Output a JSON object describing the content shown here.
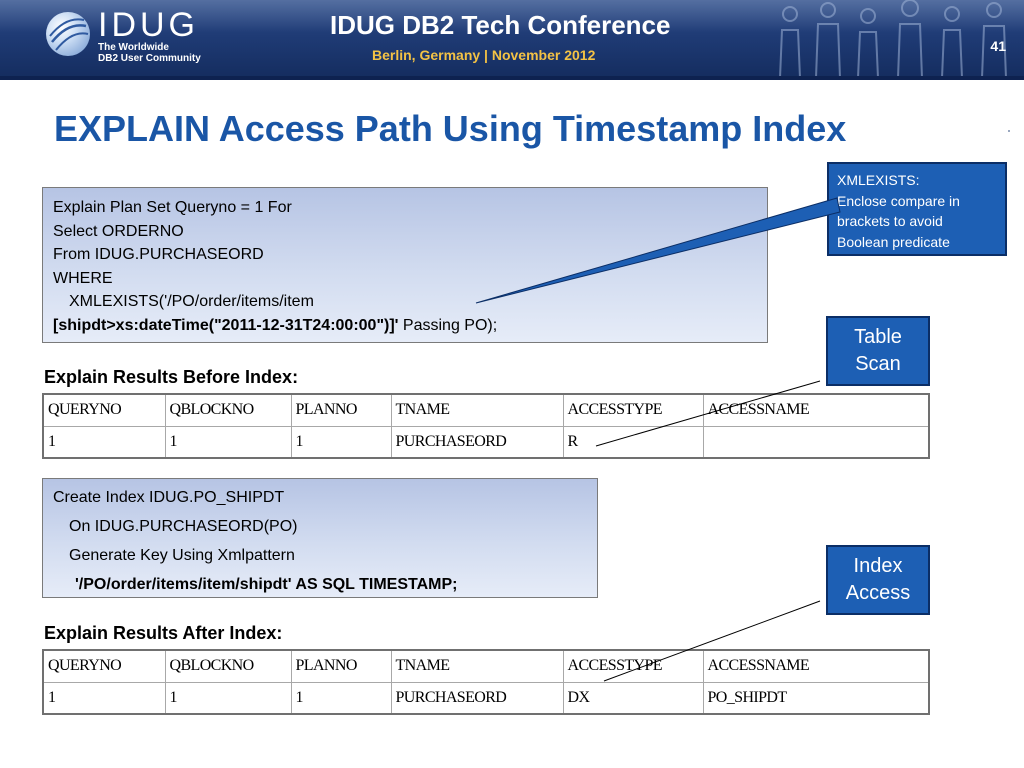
{
  "header": {
    "logo_name": "IDUG",
    "logo_tagline_1": "The Worldwide",
    "logo_tagline_2": "DB2 User Community",
    "conference_title": "IDUG DB2 Tech Conference",
    "conference_subtitle": "Berlin, Germany  |  November 2012",
    "slide_number": "41"
  },
  "title": "EXPLAIN Access Path Using Timestamp Index",
  "query_box": {
    "lines": [
      "Explain Plan Set Queryno = 1 For",
      "Select ORDERNO",
      "From IDUG.PURCHASEORD",
      "WHERE",
      "XMLEXISTS('/PO/order/items/item"
    ],
    "last_line_bold": "[shipdt>xs:dateTime(\"2011-12-31T24:00:00\")]'",
    "last_line_rest": " Passing PO);"
  },
  "callouts": {
    "xmlexists": [
      "XMLEXISTS:",
      "Enclose compare in",
      "brackets to avoid",
      "Boolean predicate"
    ],
    "table_scan": [
      "Table",
      "Scan"
    ],
    "index_access": [
      "Index",
      "Access"
    ]
  },
  "before": {
    "heading": "Explain Results Before Index:",
    "columns": [
      "QUERYNO",
      "QBLOCKNO",
      "PLANNO",
      "TNAME",
      "ACCESSTYPE",
      "ACCESSNAME"
    ],
    "row": [
      "1",
      "1",
      "1",
      "PURCHASEORD",
      "R",
      ""
    ]
  },
  "index_box": {
    "line1": "Create Index  IDUG.PO_SHIPDT",
    "line2": "On IDUG.PURCHASEORD(PO)",
    "line3": "Generate Key Using Xmlpattern",
    "line4": "'/PO/order/items/item/shipdt'  AS SQL TIMESTAMP;"
  },
  "after": {
    "heading": "Explain Results After Index:",
    "columns": [
      "QUERYNO",
      "QBLOCKNO",
      "PLANNO",
      "TNAME",
      "ACCESSTYPE",
      "ACCESSNAME"
    ],
    "row": [
      "1",
      "1",
      "1",
      "PURCHASEORD",
      "DX",
      "PO_SHIPDT"
    ]
  },
  "colors": {
    "title": "#1a56a6",
    "callout_fill": "#1d5fb4",
    "banner": "#1f3b75",
    "subtitle": "#f3c245"
  }
}
